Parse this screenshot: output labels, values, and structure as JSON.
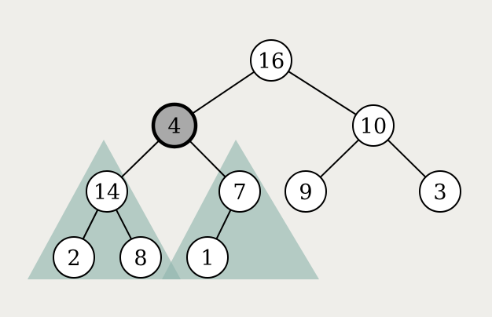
{
  "tree": {
    "nodes": [
      {
        "id": "n16",
        "label": "16"
      },
      {
        "id": "n4",
        "label": "4",
        "highlight": true
      },
      {
        "id": "n10",
        "label": "10"
      },
      {
        "id": "n14",
        "label": "14"
      },
      {
        "id": "n7",
        "label": "7"
      },
      {
        "id": "n9",
        "label": "9"
      },
      {
        "id": "n3",
        "label": "3"
      },
      {
        "id": "n2",
        "label": "2"
      },
      {
        "id": "n8",
        "label": "8"
      },
      {
        "id": "n1",
        "label": "1"
      }
    ],
    "edges": [
      [
        "n16",
        "n4"
      ],
      [
        "n16",
        "n10"
      ],
      [
        "n4",
        "n14"
      ],
      [
        "n4",
        "n7"
      ],
      [
        "n10",
        "n9"
      ],
      [
        "n10",
        "n3"
      ],
      [
        "n14",
        "n2"
      ],
      [
        "n14",
        "n8"
      ],
      [
        "n7",
        "n1"
      ]
    ],
    "highlight_color": "#a9a9a9",
    "subtree_color": "#8fb5ad"
  }
}
